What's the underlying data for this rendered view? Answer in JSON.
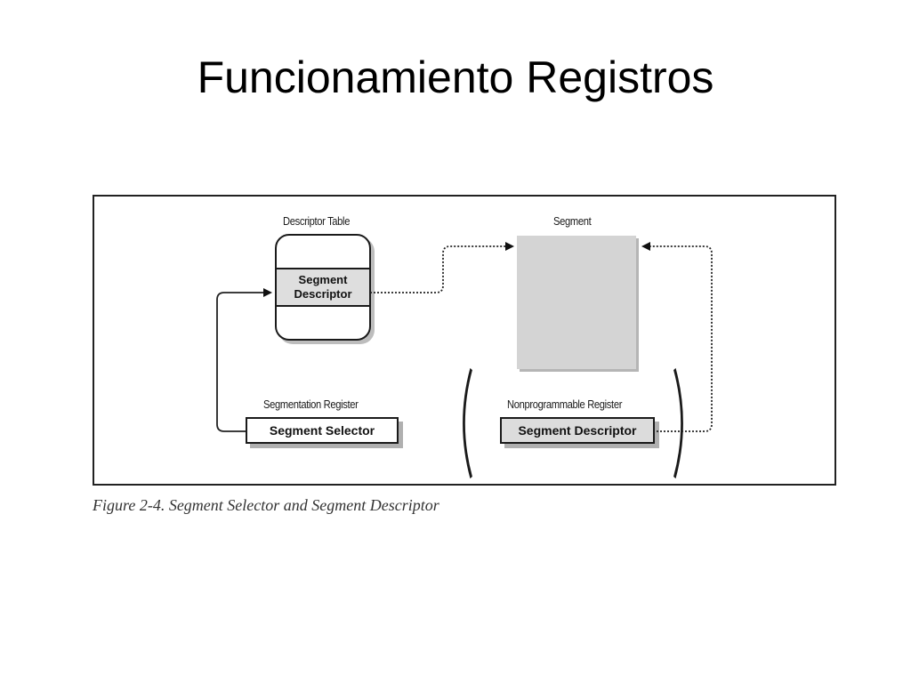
{
  "slide": {
    "title": "Funcionamiento Registros"
  },
  "figure": {
    "descriptor_table_label": "Descriptor Table",
    "descriptor_entry": "Segment Descriptor",
    "segment_label": "Segment",
    "segmentation_register_label": "Segmentation Register",
    "segment_selector": "Segment Selector",
    "nonprogrammable_register_label": "Nonprogrammable Register",
    "register_descriptor": "Segment Descriptor",
    "caption": "Figure 2-4. Segment Selector and Segment Descriptor"
  }
}
